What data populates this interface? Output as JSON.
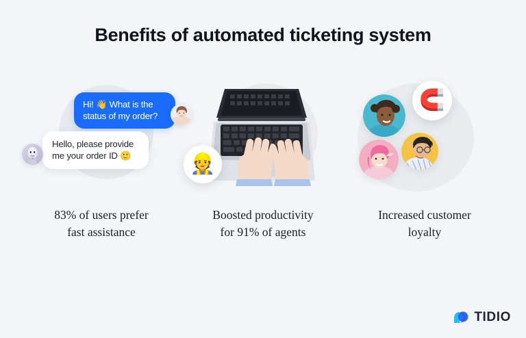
{
  "page": {
    "title": "Benefits of automated ticketing system",
    "background_color": "#f4f5f8",
    "title_color": "#11131a"
  },
  "colors": {
    "accent_blue": "#1a6cff",
    "backdrop_gray": "#e7e9ee",
    "logo_dark_blue": "#2f6bfa",
    "logo_light_blue": "#18c6f5",
    "caption_text": "#1d1f26"
  },
  "columns": [
    {
      "id": "fast-assistance",
      "caption_line1": "83% of users prefer",
      "caption_line2": "fast assistance",
      "illustration": "chat-conversation",
      "chat": {
        "messages": [
          {
            "author": "customer",
            "style": "blue",
            "line1": "Hi! 👋 What is the",
            "line2": "status of my order?",
            "avatar_name": "customer-avatar"
          },
          {
            "author": "bot",
            "style": "white",
            "line1": "Hello, please provide",
            "line2": "me your order ID 🙂",
            "avatar_name": "bot-avatar"
          }
        ]
      }
    },
    {
      "id": "boosted-productivity",
      "caption_line1": "Boosted productivity",
      "caption_line2": "for 91% of agents",
      "illustration": "laptop-hands-typing",
      "badge": {
        "name": "construction-worker-emoji",
        "glyph": "👷"
      }
    },
    {
      "id": "customer-loyalty",
      "caption_line1": "Increased customer",
      "caption_line2": "loyalty",
      "illustration": "customer-avatars",
      "avatars": [
        {
          "name": "customer-avatar-teal",
          "background": "#49b9d0"
        },
        {
          "name": "customer-avatar-pink",
          "background": "#f3aec2"
        },
        {
          "name": "customer-avatar-yellow",
          "background": "#f5c342"
        }
      ],
      "badge": {
        "name": "magnet-emoji",
        "glyph": "🧲"
      }
    }
  ],
  "logo": {
    "text": "TIDIO",
    "mark_name": "tidio-logo-mark"
  }
}
